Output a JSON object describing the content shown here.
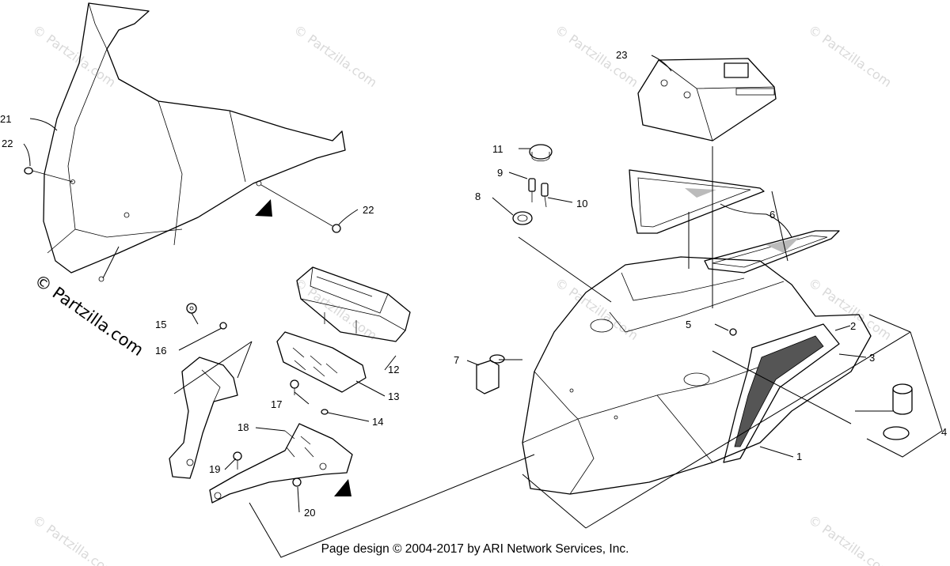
{
  "diagram": {
    "footer": "Page design © 2004-2017 by ARI Network Services, Inc.",
    "watermark": "© Partzilla.com",
    "callouts": [
      "1",
      "2",
      "3",
      "4",
      "5",
      "6",
      "7",
      "8",
      "9",
      "10",
      "11",
      "12",
      "13",
      "14",
      "15",
      "16",
      "17",
      "18",
      "19",
      "20",
      "21",
      "22",
      "22",
      "23"
    ]
  },
  "colors": {
    "line": "#000000",
    "watermark": "#d9d9d9",
    "background": "#ffffff"
  }
}
